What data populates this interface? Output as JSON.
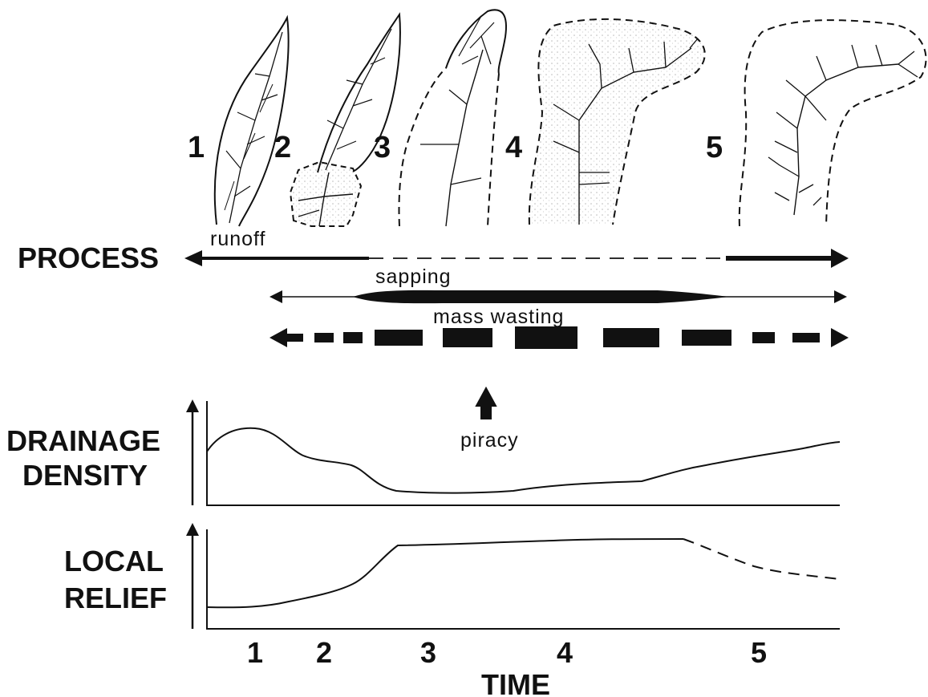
{
  "stages": {
    "labels": [
      "1",
      "2",
      "3",
      "4",
      "5"
    ]
  },
  "process": {
    "label": "PROCESS",
    "runoff_label": "runoff",
    "sapping_label": "sapping",
    "mass_wasting_label": "mass wasting",
    "piracy_label": "piracy"
  },
  "graphs": {
    "drainage_density_line1": "DRAINAGE",
    "drainage_density_line2": "DENSITY",
    "local_relief_line1": "LOCAL",
    "local_relief_line2": "RELIEF",
    "time_label": "TIME",
    "time_ticks": [
      "1",
      "2",
      "3",
      "4",
      "5"
    ]
  },
  "colors": {
    "ink": "#111111",
    "stipple": "#bdbdbd"
  }
}
